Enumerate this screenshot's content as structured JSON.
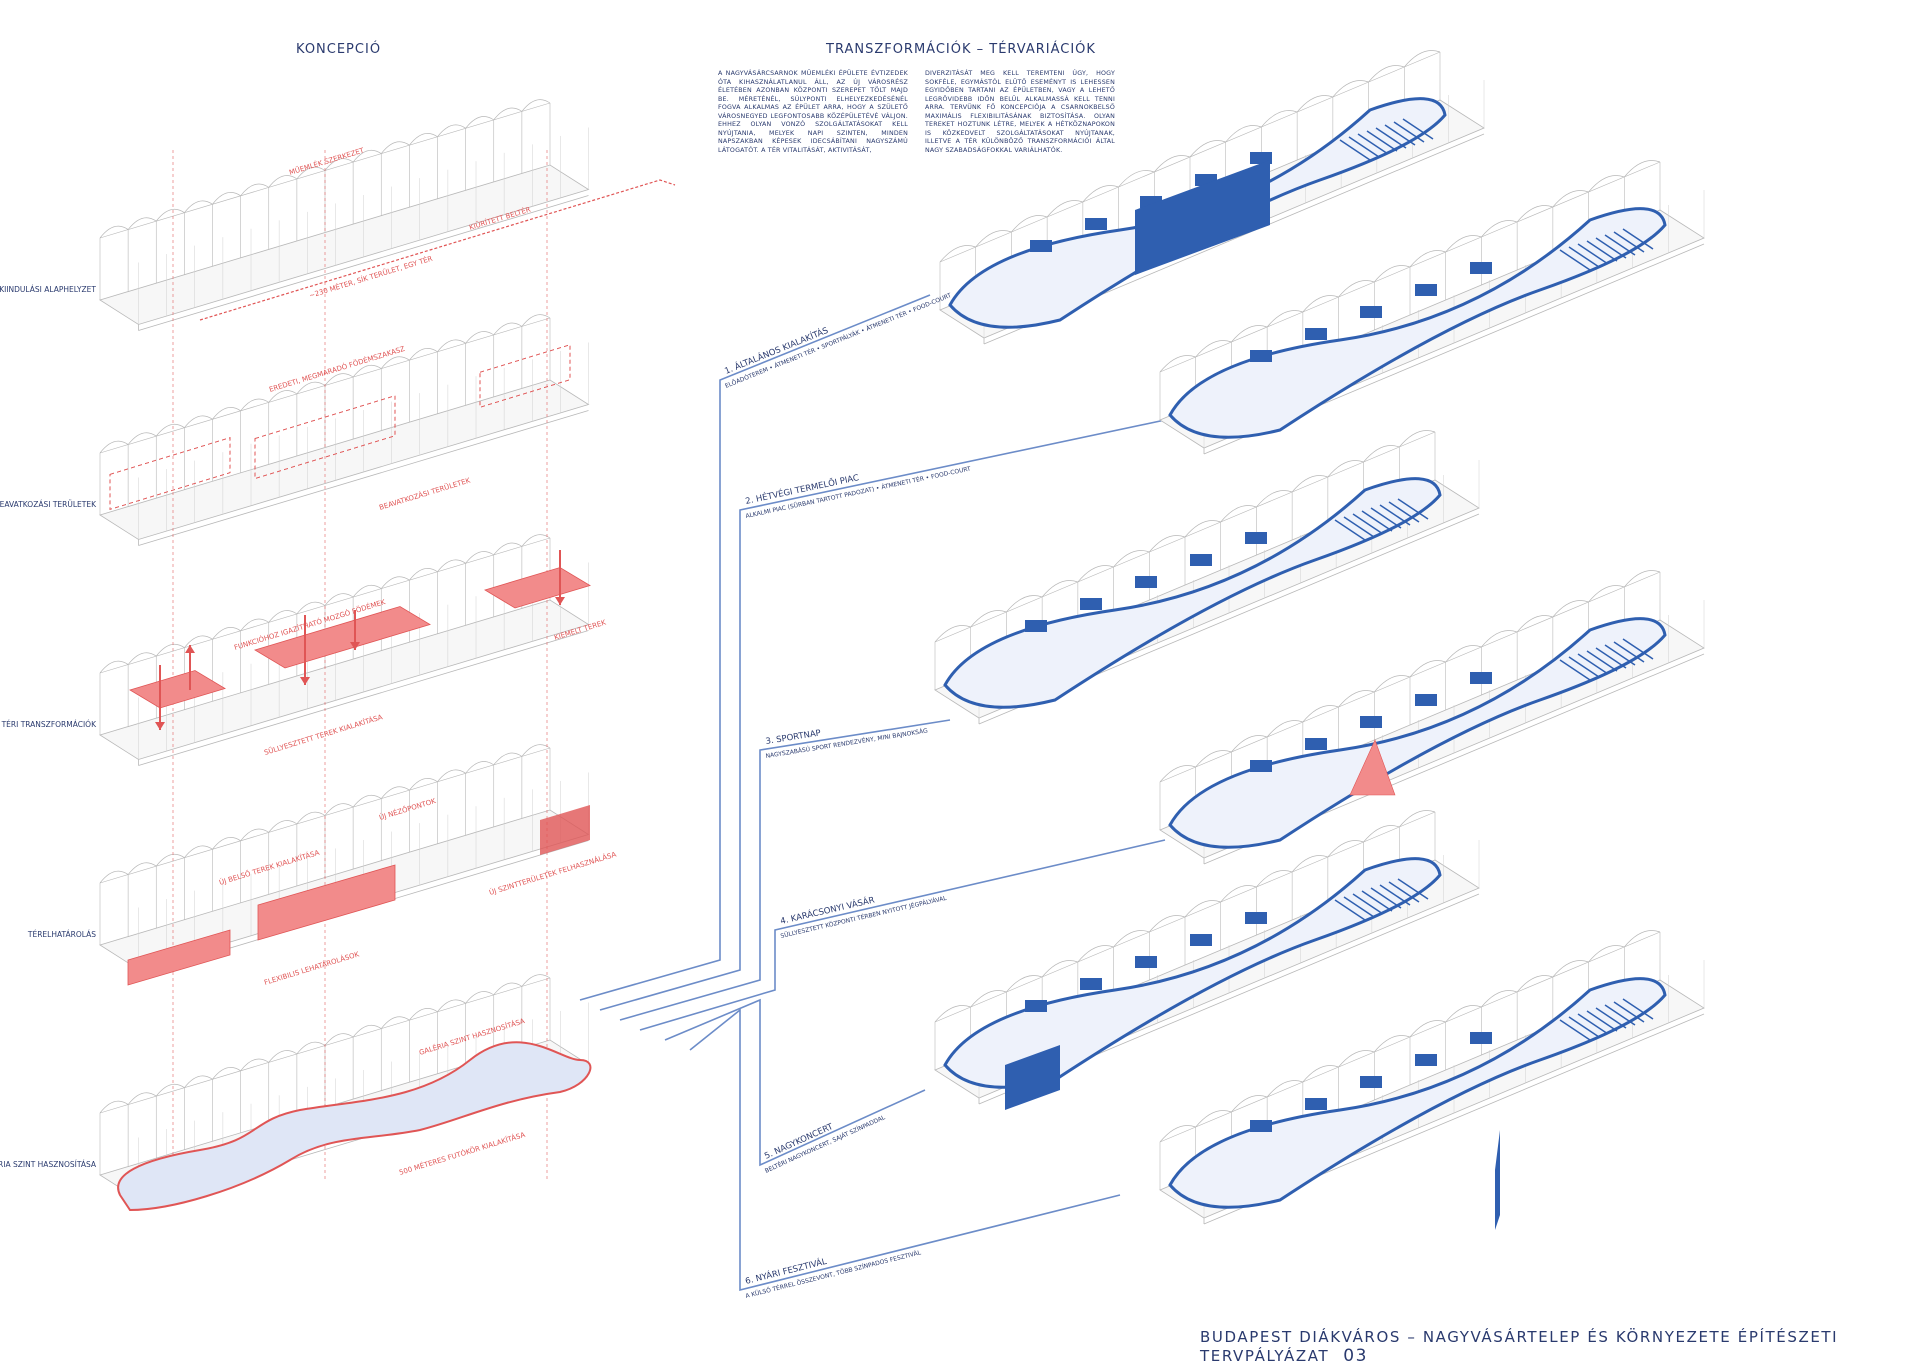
{
  "left": {
    "title": "KONCEPCIÓ",
    "levels": [
      {
        "label": "KIINDULÁSI ALAPHELYZET",
        "notes": [
          "MŰEMLÉK SZERKEZET",
          "KIÜRÍTETT BELTÉR",
          "~230 MÉTER, SÍK TERÜLET, EGY TÉR"
        ]
      },
      {
        "label": "BEAVATKOZÁSI TERÜLETEK",
        "notes": [
          "EREDETI, MEGMARADÓ FÖDÉMSZAKASZ",
          "BEAVATKOZÁSI TERÜLETEK"
        ]
      },
      {
        "label": "TÉRI TRANSZFORMÁCIÓK",
        "notes": [
          "FUNKCIÓHOZ IGAZÍTHATÓ MOZGÓ FÖDÉMEK",
          "KIEMELT TEREK",
          "SÜLLYESZTETT TEREK KIALAKÍTÁSA"
        ]
      },
      {
        "label": "TÉRELHATÁROLÁS",
        "notes": [
          "ÚJ NÉZŐPONTOK",
          "ÚJ BELSŐ TEREK KIALAKÍTÁSA",
          "ÚJ SZINTTERÜLETEK FELHASZNÁLÁSA",
          "FLEXIBILIS LEHATÁROLÁSOK"
        ]
      },
      {
        "label": "GALÉRIA SZINT HASZNOSÍTÁSA",
        "notes": [
          "GALÉRIA SZINT HASZNOSÍTÁSA",
          "500 MÉTERES FUTÓKÖR KIALAKÍTÁSA"
        ]
      }
    ]
  },
  "center": {
    "title": "TRANSZFORMÁCIÓK – TÉRVARIÁCIÓK",
    "col1": "A NAGYVÁSÁRCSARNOK MŰEMLÉKI ÉPÜLETE ÉVTIZEDEK ÓTA KIHASZNÁLATLANUL ÁLL, AZ ÚJ VÁROSRÉSZ ÉLETÉBEN AZONBAN KÖZPONTI SZEREPET TÖLT MAJD BE. MÉRETÉNÉL, SÚLYPONTI ELHELYEZKEDÉSÉNÉL FOGVA ALKALMAS AZ ÉPÜLET ARRA, HOGY A SZÜLETŐ VÁROSNEGYED LEGFONTOSABB KÖZÉPÜLETÉVÉ VÁLJON. EHHEZ OLYAN VONZÓ SZOLGÁLTATÁSOKAT KELL NYÚJTANIA, MELYEK NAPI SZINTEN, MINDEN NAPSZAKBAN KÉPESEK IDECSÁBÍTANI NAGYSZÁMÚ LÁTOGATÓT. A TÉR VITALITÁSÁT, AKTIVITÁSÁT,",
    "col2": "DIVERZITÁSÁT MEG KELL TEREMTENI ÚGY, HOGY SOKFÉLE, EGYMÁSTÓL ELÜTŐ ESEMÉNYT IS LEHESSEN EGYIDŐBEN TARTANI AZ ÉPÜLETBEN, VAGY A LEHETŐ LEGRÖVIDEBB IDŐN BELÜL ALKALMASSÁ KELL TENNI ARRA. TERVÜNK FŐ KONCEPCIÓJA A CSARNOKBELSŐ MAXIMÁLIS FLEXIBILITÁSÁNAK BIZTOSÍTÁSA. OLYAN TEREKET HOZTUNK LÉTRE, MELYEK A HÉTKÖZNAPOKON IS KÖZKEDVELT SZOLGÁLTATÁSOKAT NYÚJTANAK, ILLETVE A TÉR KÜLÖNBÖZŐ TRANSZFORMÁCIÓI ÁLTAL NAGY SZABADSÁGFOKKAL VARIÁLHATÓK.",
    "scenarios": [
      {
        "title": "1. ÁLTALÁNOS KIALAKÍTÁS",
        "sub": "ELŐADÓTEREM • ÁTMENETI TÉR • SPORTPÁLYÁK • ÁTMENETI TÉR • FOOD-COURT"
      },
      {
        "title": "2. HÉTVÉGI TERMELŐI PIAC",
        "sub": "ALKALMI PIAC (SÜRBAN TARTOTT PADOZAT) • ÁTMENETI TÉR • FOOD-COURT"
      },
      {
        "title": "3. SPORTNAP",
        "sub": "NAGYSZABÁSÚ SPORT RENDEZVÉNY, MINI BAJNOKSÁG"
      },
      {
        "title": "4. KARÁCSONYI VÁSÁR",
        "sub": "SÜLLYESZTETT KÖZPONTI TÉRBEN NYITOTT JÉGPÁLYÁVAL"
      },
      {
        "title": "5. NAGYKONCERT",
        "sub": "BELTÉRI NAGYKONCERT, SAJÁT SZÍNPADDAL"
      },
      {
        "title": "6. NYÁRI FESZTIVÁL",
        "sub": "A KÜLSŐ TÉRREL ÖSSZEVONT, TÖBB SZÍNPADOS FESZTIVÁL"
      }
    ]
  },
  "footer": {
    "text": "BUDAPEST DIÁKVÁROS – NAGYVÁSÁRTELEP ÉS KÖRNYEZETE ÉPÍTÉSZETI TERVPÁLYÁZAT",
    "page": "03"
  },
  "colors": {
    "blue": "#2f5fb0",
    "navy": "#2a3a6e",
    "red": "#e05555",
    "pink": "#f28b8b",
    "grey": "#b8b8b8"
  }
}
